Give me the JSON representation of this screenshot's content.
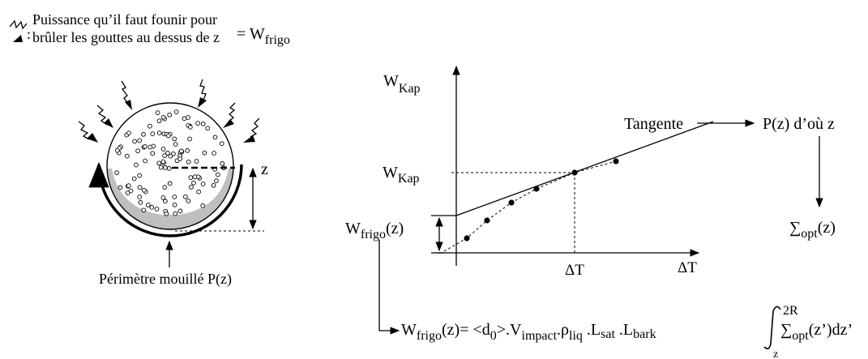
{
  "legend": {
    "line1": "Puissance qu’il faut founir pour",
    "line2": "brûler les gouttes au dessus de z",
    "equals": "= W",
    "equals_sub": "frigo"
  },
  "particle": {
    "z_label": "z",
    "perimeter_label": "Périmètre mouillé P(z)"
  },
  "graph": {
    "y_axis_main": "W",
    "y_axis_sub": "Kap",
    "x_axis_label": "ΔT",
    "tangent_label": "Tangente",
    "wkap_main": "W",
    "wkap_sub": "Kap",
    "dt_label": "ΔT",
    "wfrigo_main": "W",
    "wfrigo_sub": "frigo",
    "wfrigo_tail": "(z)"
  },
  "right_flow": {
    "pz_label": "P(z)  d’où z",
    "sigma_symbol": "∑",
    "sigma_sub": "opt",
    "sigma_tail": "(z)"
  },
  "formula": {
    "w": "W",
    "w_sub": "frigo",
    "w_tail": "(z)= <d",
    "d_sub": "0",
    "d_tail": ">.V",
    "v_sub": "impact",
    "v_tail": ".ρ",
    "rho_sub": "liq",
    "rho_tail": " .L",
    "lsat_sub": "sat",
    "lsat_tail": " .L",
    "lbark_sub": "bark",
    "upper_limit": "2R",
    "lower_limit": "z",
    "sigma": "∑",
    "sigma_sub": "opt",
    "sigma_tail": "(z’)dz’"
  }
}
